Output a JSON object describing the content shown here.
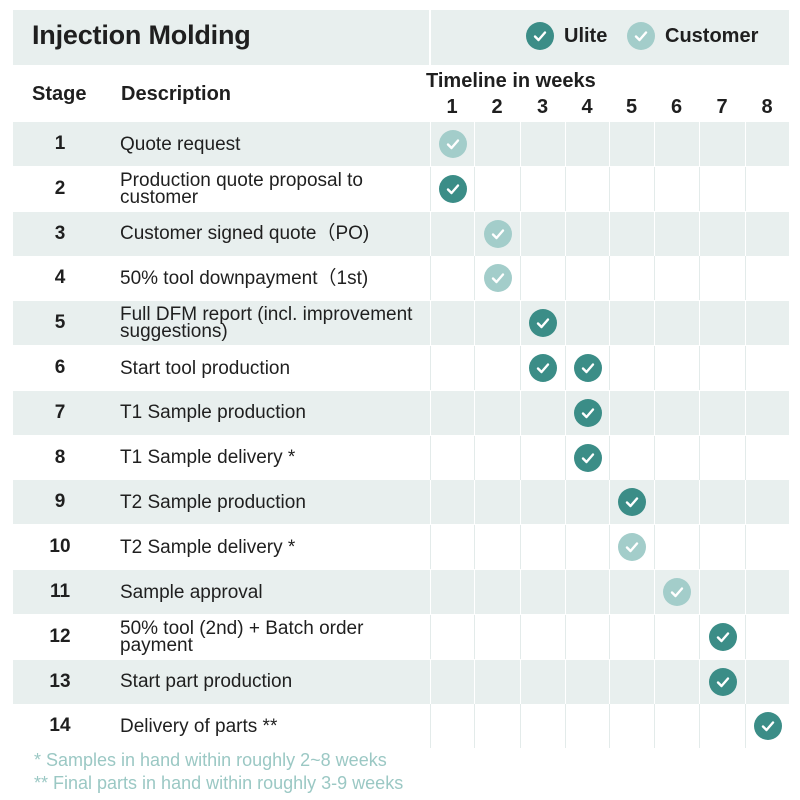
{
  "title": "Injection Molding",
  "legend": {
    "ulite": "Ulite",
    "customer": "Customer"
  },
  "colors": {
    "ulite": "#3b8d87",
    "customer": "#a3cdca",
    "row_shade": "#e8efee",
    "footnote": "#9bc8c4"
  },
  "headers": {
    "stage": "Stage",
    "description": "Description",
    "timeline": "Timeline in weeks"
  },
  "weeks": [
    "1",
    "2",
    "3",
    "4",
    "5",
    "6",
    "7",
    "8"
  ],
  "rows": [
    {
      "stage": "1",
      "description": "Quote request",
      "marks": [
        {
          "week": 1,
          "party": "customer"
        }
      ]
    },
    {
      "stage": "2",
      "description": "Production quote proposal to customer",
      "marks": [
        {
          "week": 1,
          "party": "ulite"
        }
      ]
    },
    {
      "stage": "3",
      "description": "Customer signed quote（PO)",
      "marks": [
        {
          "week": 2,
          "party": "customer"
        }
      ]
    },
    {
      "stage": "4",
      "description": "50% tool downpayment（1st)",
      "marks": [
        {
          "week": 2,
          "party": "customer"
        }
      ]
    },
    {
      "stage": "5",
      "description": "Full DFM report (incl. improvement suggestions)",
      "marks": [
        {
          "week": 3,
          "party": "ulite"
        }
      ]
    },
    {
      "stage": "6",
      "description": "Start tool production",
      "marks": [
        {
          "week": 3,
          "party": "ulite"
        },
        {
          "week": 4,
          "party": "ulite"
        }
      ]
    },
    {
      "stage": "7",
      "description": "T1 Sample production",
      "marks": [
        {
          "week": 4,
          "party": "ulite"
        }
      ]
    },
    {
      "stage": "8",
      "description": "T1 Sample delivery *",
      "marks": [
        {
          "week": 4,
          "party": "ulite"
        }
      ]
    },
    {
      "stage": "9",
      "description": "T2 Sample production",
      "marks": [
        {
          "week": 5,
          "party": "ulite"
        }
      ]
    },
    {
      "stage": "10",
      "description": "T2 Sample delivery *",
      "marks": [
        {
          "week": 5,
          "party": "customer"
        }
      ]
    },
    {
      "stage": "11",
      "description": "Sample approval",
      "marks": [
        {
          "week": 6,
          "party": "customer"
        }
      ]
    },
    {
      "stage": "12",
      "description": "50% tool (2nd) + Batch order payment",
      "marks": [
        {
          "week": 7,
          "party": "ulite"
        }
      ]
    },
    {
      "stage": "13",
      "description": "Start part production",
      "marks": [
        {
          "week": 7,
          "party": "ulite"
        }
      ]
    },
    {
      "stage": "14",
      "description": "Delivery of parts **",
      "marks": [
        {
          "week": 8,
          "party": "ulite"
        }
      ]
    }
  ],
  "footnotes": [
    "* Samples in hand within roughly 2~8 weeks",
    "** Final parts in hand within roughly 3-9 weeks"
  ]
}
